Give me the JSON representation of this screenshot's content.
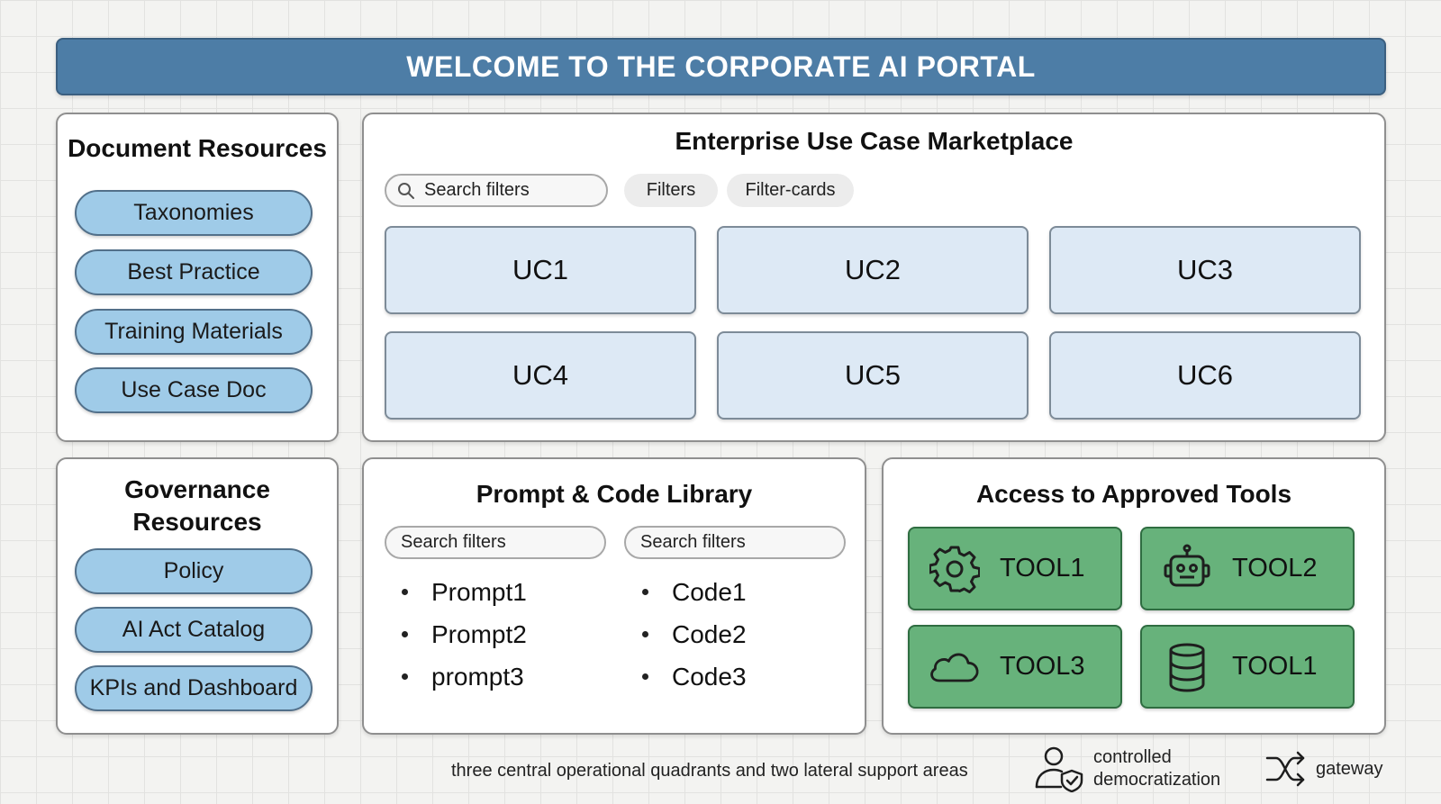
{
  "banner": {
    "title": "WELCOME TO THE CORPORATE AI PORTAL"
  },
  "document_resources": {
    "title": "Document Resources",
    "items": [
      "Taxonomies",
      "Best Practice",
      "Training Materials",
      "Use Case Doc"
    ]
  },
  "marketplace": {
    "title": "Enterprise Use Case Marketplace",
    "search_placeholder": "Search filters",
    "chips": [
      "Filters",
      "Filter-cards"
    ],
    "cards": [
      "UC1",
      "UC2",
      "UC3",
      "UC4",
      "UC5",
      "UC6"
    ]
  },
  "governance_resources": {
    "title_line1": "Governance",
    "title_line2": "Resources",
    "items": [
      "Policy",
      "AI Act Catalog",
      "KPIs and Dashboard"
    ]
  },
  "library": {
    "title": "Prompt & Code Library",
    "search_left": "Search filters",
    "search_right": "Search filters",
    "prompts": [
      "Prompt1",
      "Prompt2",
      "prompt3"
    ],
    "codes": [
      "Code1",
      "Code2",
      "Code3"
    ]
  },
  "tools": {
    "title": "Access to Approved Tools",
    "items": [
      {
        "label": "TOOL1",
        "icon": "gear-icon"
      },
      {
        "label": "TOOL2",
        "icon": "robot-icon"
      },
      {
        "label": "TOOL3",
        "icon": "cloud-icon"
      },
      {
        "label": "TOOL1",
        "icon": "database-icon"
      }
    ]
  },
  "footer": {
    "caption": "three central operational quadrants and two lateral support areas",
    "legend_democratization_line1": "controlled",
    "legend_democratization_line2": "democratization",
    "legend_gateway": "gateway"
  },
  "colors": {
    "banner": "#4d7da6",
    "resource_pill": "#9fcbe8",
    "use_case_card": "#dde9f5",
    "tool_card": "#67b27b"
  }
}
